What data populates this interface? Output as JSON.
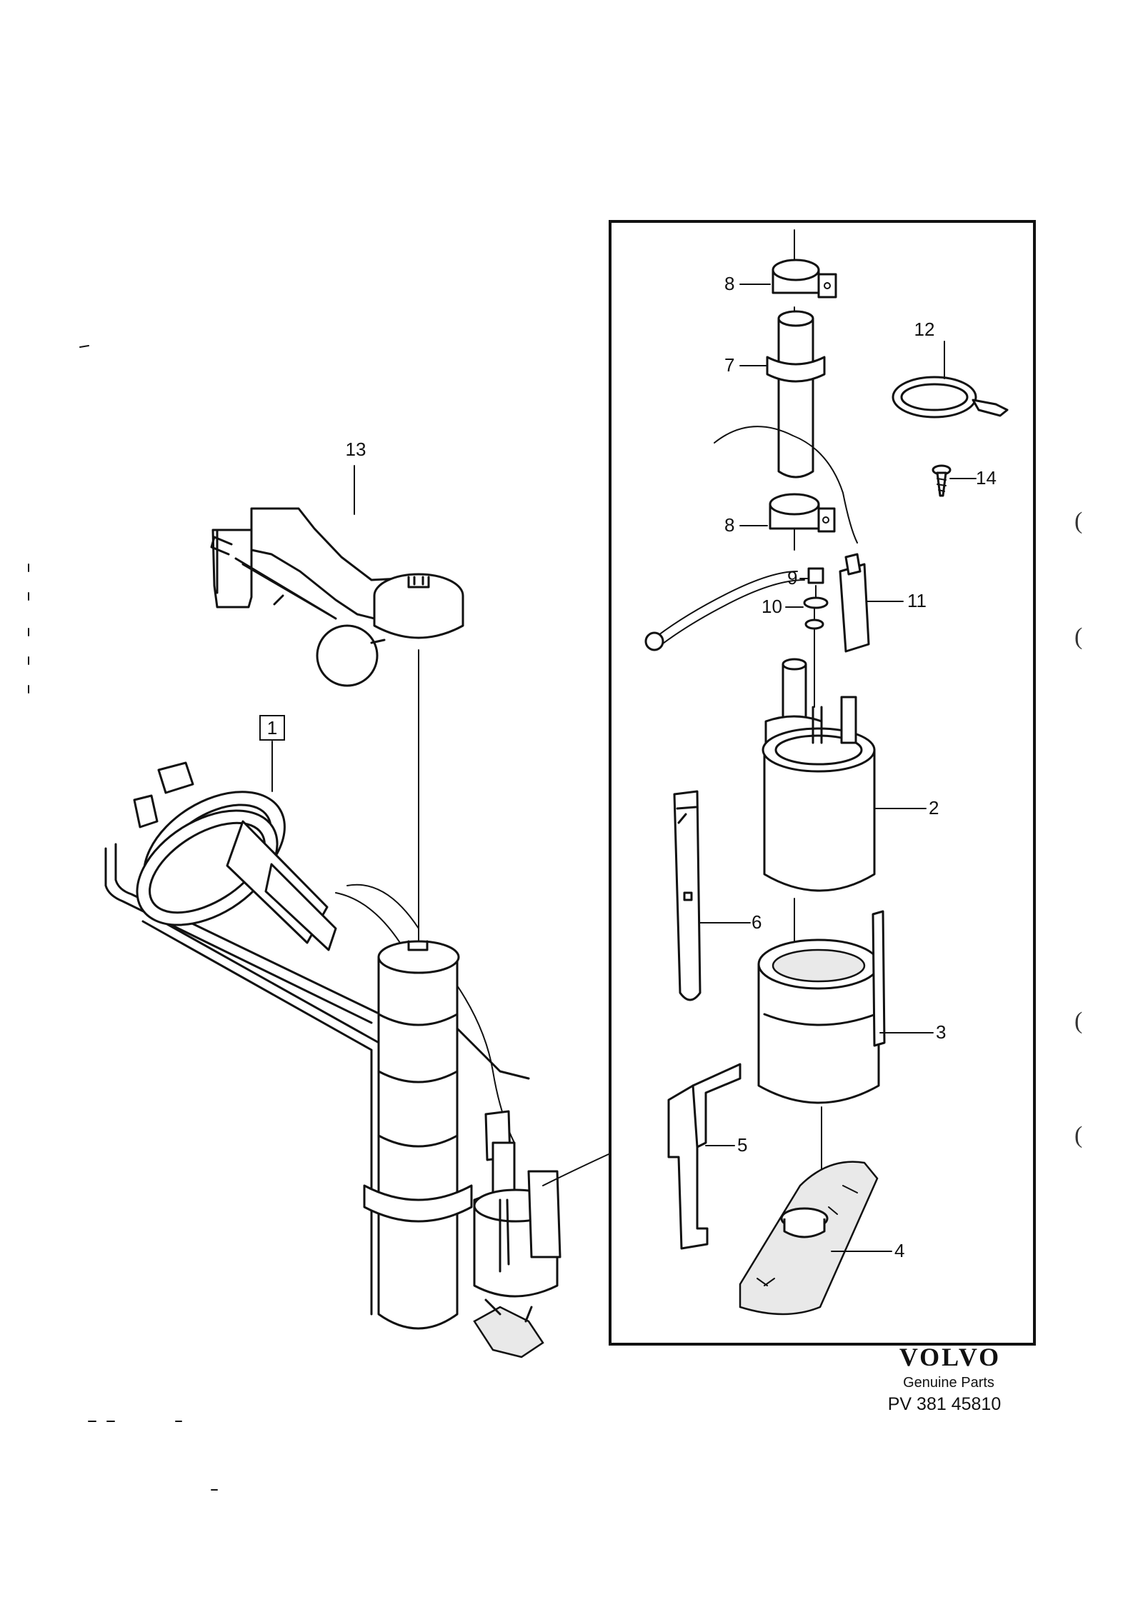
{
  "callouts": {
    "c1": "1",
    "c2": "2",
    "c3": "3",
    "c4": "4",
    "c5": "5",
    "c6": "6",
    "c7": "7",
    "c8a": "8",
    "c8b": "8",
    "c9": "9",
    "c10": "10",
    "c11": "11",
    "c12": "12",
    "c13": "13",
    "c14": "14"
  },
  "footer": {
    "brand": "VOLVO",
    "subtitle": "Genuine Parts",
    "part_ref": "PV 381 45810"
  },
  "margin_marks": [
    "(",
    "(",
    "(",
    "("
  ]
}
